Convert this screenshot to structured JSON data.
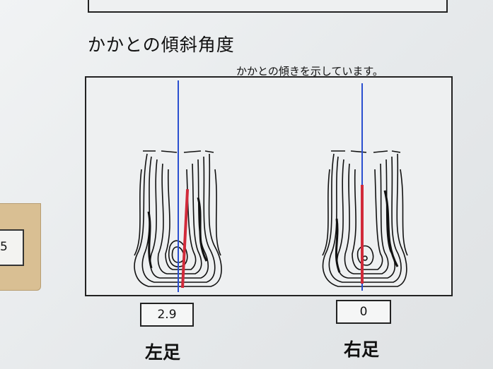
{
  "section": {
    "title": "かかとの傾斜角度",
    "subtitle": "かかとの傾きを示しています。"
  },
  "left_tab": {
    "value": "5"
  },
  "feet": [
    {
      "label": "左足",
      "value": "2.9"
    },
    {
      "label": "右足",
      "value": "0"
    }
  ],
  "colors": {
    "axis_line": "#2a4fd0",
    "tilt_line": "#d12a3a",
    "left_tab": "#d9bf93"
  }
}
